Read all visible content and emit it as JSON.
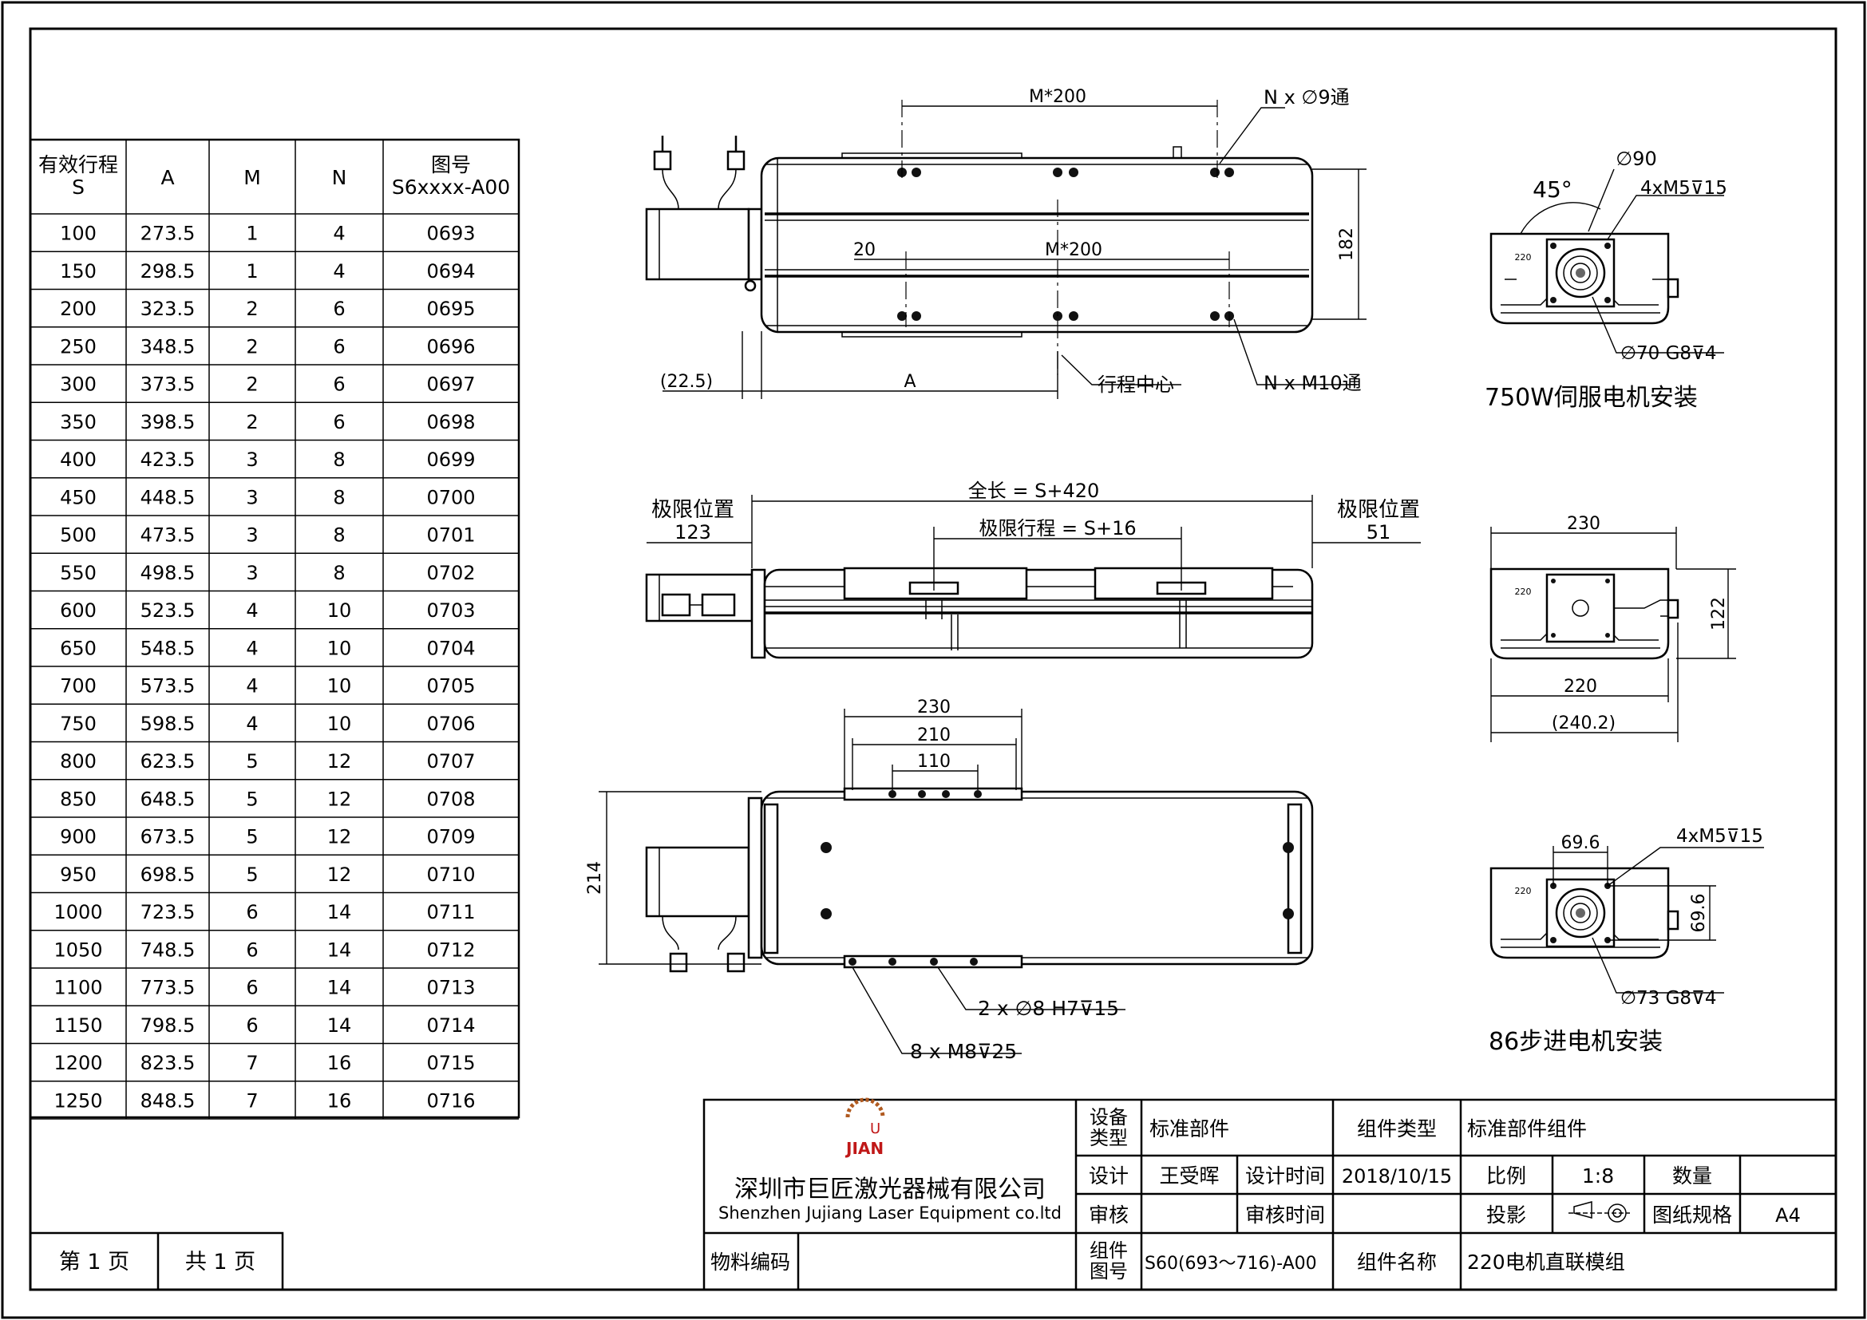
{
  "table": {
    "headers": [
      "有效行程\nS",
      "A",
      "M",
      "N",
      "图号\nS6xxxx-A00"
    ],
    "rows": [
      [
        "100",
        "273.5",
        "1",
        "4",
        "0693"
      ],
      [
        "150",
        "298.5",
        "1",
        "4",
        "0694"
      ],
      [
        "200",
        "323.5",
        "2",
        "6",
        "0695"
      ],
      [
        "250",
        "348.5",
        "2",
        "6",
        "0696"
      ],
      [
        "300",
        "373.5",
        "2",
        "6",
        "0697"
      ],
      [
        "350",
        "398.5",
        "2",
        "6",
        "0698"
      ],
      [
        "400",
        "423.5",
        "3",
        "8",
        "0699"
      ],
      [
        "450",
        "448.5",
        "3",
        "8",
        "0700"
      ],
      [
        "500",
        "473.5",
        "3",
        "8",
        "0701"
      ],
      [
        "550",
        "498.5",
        "3",
        "8",
        "0702"
      ],
      [
        "600",
        "523.5",
        "4",
        "10",
        "0703"
      ],
      [
        "650",
        "548.5",
        "4",
        "10",
        "0704"
      ],
      [
        "700",
        "573.5",
        "4",
        "10",
        "0705"
      ],
      [
        "750",
        "598.5",
        "4",
        "10",
        "0706"
      ],
      [
        "800",
        "623.5",
        "5",
        "12",
        "0707"
      ],
      [
        "850",
        "648.5",
        "5",
        "12",
        "0708"
      ],
      [
        "900",
        "673.5",
        "5",
        "12",
        "0709"
      ],
      [
        "950",
        "698.5",
        "5",
        "12",
        "0710"
      ],
      [
        "1000",
        "723.5",
        "6",
        "14",
        "0711"
      ],
      [
        "1050",
        "748.5",
        "6",
        "14",
        "0712"
      ],
      [
        "1100",
        "773.5",
        "6",
        "14",
        "0713"
      ],
      [
        "1150",
        "798.5",
        "6",
        "14",
        "0714"
      ],
      [
        "1200",
        "823.5",
        "7",
        "16",
        "0715"
      ],
      [
        "1250",
        "848.5",
        "7",
        "16",
        "0716"
      ]
    ]
  },
  "page": {
    "current": "第 1 页",
    "total": "共 1 页"
  },
  "top_view": {
    "m200_top": "M*200",
    "holes_top": "N x ∅9通",
    "dim_20": "20",
    "m200_inner": "M*200",
    "height_182": "182",
    "dim_22_5": "(22.5)",
    "dim_A": "A",
    "stroke_center": "行程中心",
    "holes_bottom": "N x M10通"
  },
  "side_view": {
    "total_length": "全长 = S+420",
    "limit_left_label": "极限位置",
    "limit_left_value": "123",
    "limit_stroke": "极限行程 = S+16",
    "limit_right_label": "极限位置",
    "limit_right_value": "51"
  },
  "bottom_view": {
    "dim_230": "230",
    "dim_210": "210",
    "dim_110": "110",
    "dim_214": "214",
    "pins": "2 x ∅8 H7⊽15",
    "screws": "8 x M8⊽25"
  },
  "servo_view": {
    "angle": "45°",
    "dia_90": "∅90",
    "screws": "4xM5⊽15",
    "pilot": "∅70 G8⊽4",
    "caption": "750W伺服电机安装",
    "badge": "220"
  },
  "end_view": {
    "dim_230": "230",
    "dim_122": "122",
    "dim_220": "220",
    "dim_240_2": "(240.2)",
    "badge": "220"
  },
  "stepper_view": {
    "dim_69_6_h": "69.6",
    "dim_69_6_v": "69.6",
    "screws": "4xM5⊽15",
    "pilot": "∅73 G8⊽4",
    "caption": "86步进电机安装",
    "badge": "220"
  },
  "title_block": {
    "logo_u": "U",
    "logo_text": "JIAN",
    "company_cn": "深圳市巨匠激光器械有限公司",
    "company_en": "Shenzhen Jujiang Laser Equipment co.ltd",
    "device_type_label": "设备\n类型",
    "device_type_value": "标准部件",
    "assembly_type_label": "组件类型",
    "assembly_type_value": "标准部件组件",
    "design_label": "设计",
    "designer": "王受晖",
    "design_time_label": "设计时间",
    "design_date": "2018/10/15",
    "scale_label": "比例",
    "scale_value": "1:8",
    "qty_label": "数量",
    "review_label": "审核",
    "review_time_label": "审核时间",
    "projection_label": "投影",
    "sheet_size_label": "图纸规格",
    "sheet_size_value": "A4",
    "material_code_label": "物料编码",
    "drawing_no_label": "组件\n图号",
    "drawing_no_value": "S60(693～716)-A00",
    "assembly_name_label": "组件名称",
    "assembly_name_value": "220电机直联模组"
  }
}
